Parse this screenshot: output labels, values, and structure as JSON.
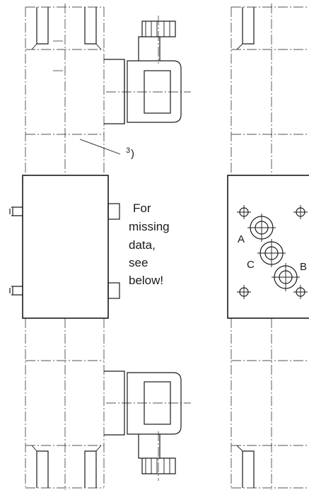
{
  "annotations": {
    "reference_number": "3",
    "reference_paren": ")",
    "note_lines": [
      "For",
      "missing",
      "data,",
      "see",
      "below!"
    ]
  },
  "ports": {
    "a": "A",
    "b": "B",
    "c": "C"
  }
}
